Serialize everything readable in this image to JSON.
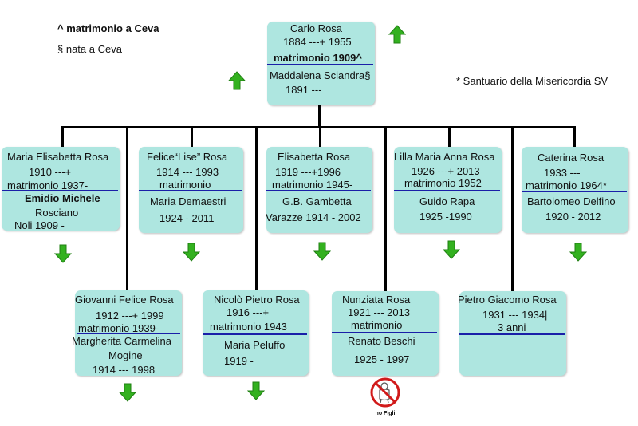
{
  "notes": {
    "ceva_marriage": "^ matrimonio a Ceva",
    "ceva_born": "§ nata a Ceva",
    "santuario": "* Santuario della Misericordia SV"
  },
  "root": {
    "line1": "Carlo Rosa",
    "line2": "1884 ---+ 1955",
    "line3": "matrimonio 1909^",
    "line4": "Maddalena Sciandra§",
    "line5": "1891 ---"
  },
  "children": [
    {
      "name": "Maria Elisabetta Rosa",
      "dates": "1910 ---+",
      "marriage": "matrimonio 1937-",
      "spouse": "Emidio Michele",
      "spouse2": "Rosciano",
      "spouse3": "Noli 1909 -"
    },
    {
      "name": "Felice“Lise” Rosa",
      "dates": "1914 --- 1993",
      "marriage": "matrimonio",
      "spouse": "Maria Demaestri",
      "spouse2": "1924 - 2011"
    },
    {
      "name": "Elisabetta Rosa",
      "dates": "1919 ---+1996",
      "marriage": "matrimonio 1945-",
      "spouse": "G.B. Gambetta",
      "spouse2": "Varazze 1914 - 2002"
    },
    {
      "name": "Lilla Maria Anna Rosa",
      "dates": "1926 ---+ 2013",
      "marriage": "matrimonio 1952",
      "spouse": "Guido Rapa",
      "spouse2": "1925 -1990"
    },
    {
      "name": "Caterina Rosa",
      "dates": "1933 ---",
      "marriage": "matrimonio 1964*",
      "spouse": "Bartolomeo Delfino",
      "spouse2": "1920 - 2012"
    },
    {
      "name": "Giovanni Felice Rosa",
      "dates": "1912 ---+ 1999",
      "marriage": "matrimonio 1939-",
      "spouse": "Margherita Carmelina",
      "spouse2": "Mogine",
      "spouse3": "1914 --- 1998"
    },
    {
      "name": "Nicolò Pietro Rosa",
      "dates": "1916 ---+",
      "marriage": "matrimonio 1943",
      "spouse": "Maria Peluffo",
      "spouse2": "1919 -"
    },
    {
      "name": "Nunziata Rosa",
      "dates": "1921 --- 2013",
      "marriage": "matrimonio",
      "spouse": "Renato Beschi",
      "spouse2": "1925 - 1997"
    },
    {
      "name": "Pietro Giacomo Rosa",
      "dates": "1931 --- 1934|",
      "marriage": "3 anni"
    }
  ],
  "no_children_label": "no Figli",
  "colors": {
    "box": "#aee6e0",
    "rule": "#1a1fa8",
    "arrow": "#33b11f",
    "forbidden": "#d11a1a"
  },
  "icons": {
    "arrow": "green-arrow-icon",
    "no_children": "no-children-icon"
  }
}
